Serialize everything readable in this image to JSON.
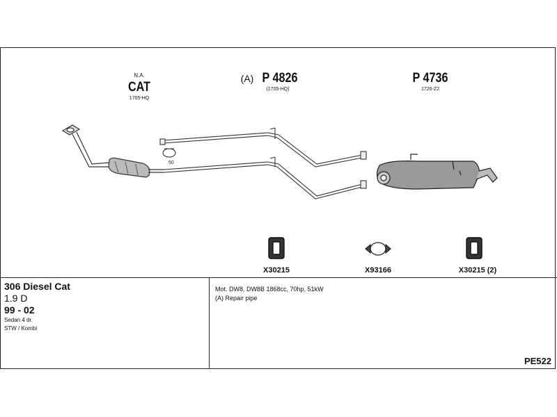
{
  "parts": {
    "cat": {
      "prefix": "N.A.",
      "name": "CAT",
      "ref": "1705-HQ"
    },
    "p4826": {
      "tag": "(A)",
      "name": "P 4826",
      "ref": "(1705-HQ)"
    },
    "p4736": {
      "name": "P 4736",
      "ref": "1726-Z2"
    },
    "flange_label": "50"
  },
  "accessories": [
    {
      "label": "X30215"
    },
    {
      "label": "X93166"
    },
    {
      "label": "X30215 (2)"
    }
  ],
  "vehicle": {
    "model": "306 Diesel Cat",
    "engine": "1.9 D",
    "years": "99 - 02",
    "bodies": [
      "Sedan 4 dr.",
      "STW / Kombi"
    ]
  },
  "notes": [
    "Mot. DW8, DW8B 1868cc, 70hp, 51kW",
    "(A) Repair pipe"
  ],
  "code": "PE522"
}
